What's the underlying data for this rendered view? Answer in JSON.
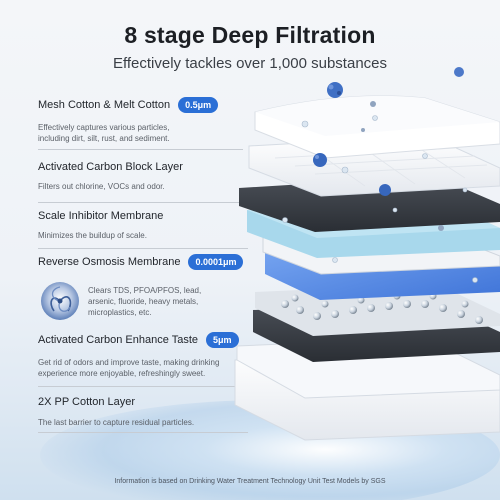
{
  "header": {
    "title": "8 stage Deep Filtration",
    "subtitle": "Effectively tackles over 1,000 substances"
  },
  "stages": [
    {
      "name": "Mesh Cotton & Melt Cotton",
      "badge": "0.5μm",
      "description": [
        "Effectively captures various particles,",
        "including dirt, silt, rust, and sediment."
      ]
    },
    {
      "name": "Activated Carbon Block Layer",
      "description": [
        "Filters out chlorine, VOCs and odor."
      ]
    },
    {
      "name": "Scale Inhibitor Membrane",
      "description": [
        "Minimizes the buildup of scale."
      ]
    },
    {
      "name": "Reverse Osmosis Membrane",
      "badge": "0.0001μm",
      "description": [
        "Clears TDS, PFOA/PFOS, lead,",
        "arsenic, fluoride, heavy metals,",
        "microplastics, etc."
      ]
    },
    {
      "name": "Activated Carbon Enhance Taste",
      "badge": "5μm",
      "description": [
        "Get rid of odors and improve taste, making drinking",
        "experience more enjoyable, refreshingly sweet."
      ]
    },
    {
      "name": "2X PP Cotton Layer",
      "description": [
        "The last barrier to capture residual particles."
      ]
    }
  ],
  "footnote": "Information is based on Drinking Water Treatment Technology Unit Test Models by SGS",
  "icons": {
    "ro": "membrane-swirl-icon",
    "contaminant": "contaminant-particle-icon"
  },
  "colors": {
    "badge": "#2b6fd6",
    "ro_layer": "#4f86e8",
    "carbon_layer": "#3a3f46",
    "scale_layer": "#9fd3ea"
  }
}
